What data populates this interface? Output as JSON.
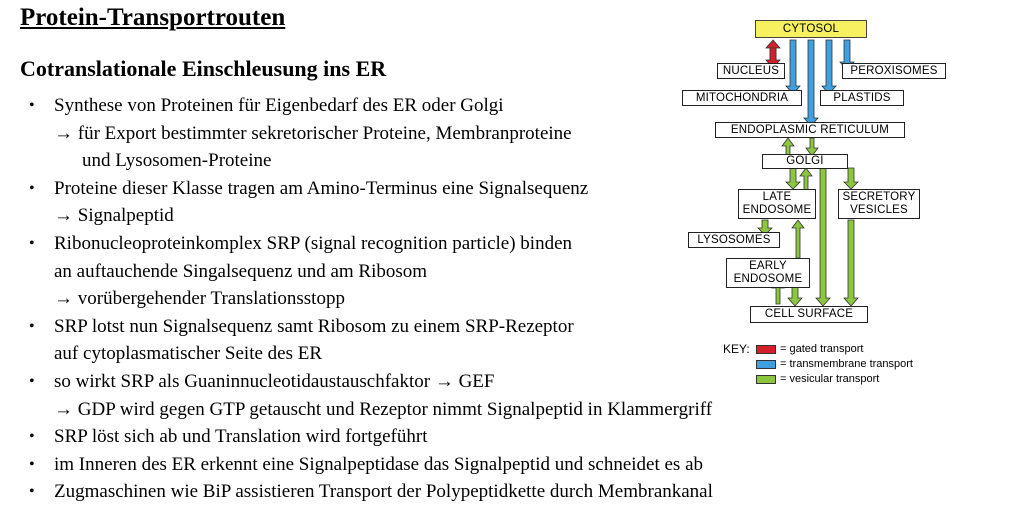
{
  "title": "Protein-Transportrouten",
  "subtitle": "Cotranslationale Einschleusung ins ER",
  "bullets": [
    {
      "lines": [
        "Synthese von Proteinen für Eigenbedarf des ER oder Golgi",
        "→ für Export bestimmter sekretorischer Proteine, Membranproteine",
        "und Lysosomen-Proteine"
      ]
    },
    {
      "lines": [
        "Proteine dieser Klasse tragen am Amino-Terminus eine Signalsequenz",
        "→ Signalpeptid"
      ]
    },
    {
      "lines": [
        "Ribonucleoproteinkomplex SRP (signal recognition particle) binden",
        "an auftauchende Singalsequenz und am Ribosom",
        "→ vorübergehender Translationsstopp"
      ]
    },
    {
      "lines": [
        "SRP lotst nun Signalsequenz samt Ribosom zu einem SRP-Rezeptor",
        "auf cytoplasmatischer Seite des ER"
      ]
    },
    {
      "lines": [
        "so wirkt SRP als Guaninnucleotidaustauschfaktor → GEF",
        "→ GDP wird gegen GTP getauscht und Rezeptor nimmt Signalpeptid in Klammergriff"
      ]
    },
    {
      "lines": [
        "SRP löst sich ab und Translation wird fortgeführt"
      ]
    },
    {
      "lines": [
        "im Inneren des ER erkennt eine Signalpeptidase das Signalpeptid und schneidet es ab"
      ]
    },
    {
      "lines": [
        "Zugmaschinen wie BiP assistieren Transport der Polypeptidkette durch Membrankanal"
      ]
    }
  ],
  "diagram": {
    "boxes": {
      "cytosol": "CYTOSOL",
      "nucleus": "NUCLEUS",
      "peroxisomes": "PEROXISOMES",
      "mitochondria": "MITOCHONDRIA",
      "plastids": "PLASTIDS",
      "er": "ENDOPLASMIC RETICULUM",
      "golgi": "GOLGI",
      "late_endosome_1": "LATE",
      "late_endosome_2": "ENDOSOME",
      "secretory_1": "SECRETORY",
      "secretory_2": "VESICLES",
      "lysosomes": "LYSOSOMES",
      "early_endosome_1": "EARLY",
      "early_endosome_2": "ENDOSOME",
      "cell_surface": "CELL SURFACE"
    },
    "key": {
      "title": "KEY:",
      "gated": "= gated transport",
      "transmembrane": "= transmembrane transport",
      "vesicular": "= vesicular transport"
    },
    "colors": {
      "gated": "#d4202c",
      "transmembrane": "#3ea0e0",
      "vesicular": "#8cc63f",
      "cytosol_fill": "#f7f060"
    }
  }
}
